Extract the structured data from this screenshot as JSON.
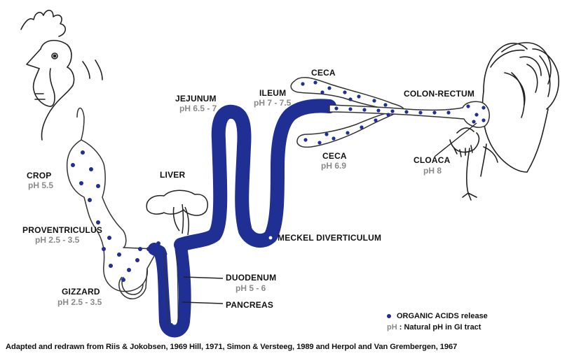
{
  "colors": {
    "acid": "#1f2f94",
    "line": "#333333",
    "ph_text": "#8a8a8a"
  },
  "labels": {
    "crop": {
      "name": "CROP",
      "ph": "pH 5.5"
    },
    "proventriculus": {
      "name": "PROVENTRICULUS",
      "ph": "pH 2.5 - 3.5"
    },
    "gizzard": {
      "name": "GIZZARD",
      "ph": "pH 2.5 - 3.5"
    },
    "liver": {
      "name": "LIVER"
    },
    "jejunum": {
      "name": "JEJUNUM",
      "ph": "pH 6.5 - 7"
    },
    "ileum": {
      "name": "ILEUM",
      "ph": "pH 7 - 7.5"
    },
    "ceca_top": {
      "name": "CECA"
    },
    "ceca_bottom": {
      "name": "CECA",
      "ph": "pH 6.9"
    },
    "colon_rectum": {
      "name": "COLON-RECTUM"
    },
    "cloaca": {
      "name": "CLOACA",
      "ph": "pH 8"
    },
    "meckel": {
      "name": "MECKEL DIVERTICULUM"
    },
    "duodenum": {
      "name": "DUODENUM",
      "ph": "pH 5 - 6"
    },
    "pancreas": {
      "name": "PANCREAS"
    }
  },
  "legend": {
    "acids": "ORGANIC ACIDS release",
    "ph_prefix": "pH",
    "ph_text": " : Natural pH in GI tract"
  },
  "caption": "Adapted and redrawn from Riis & Jokobsen, 1969 Hill, 1971, Simon & Versteeg, 1989 and Herpol and Van Grembergen, 1967"
}
